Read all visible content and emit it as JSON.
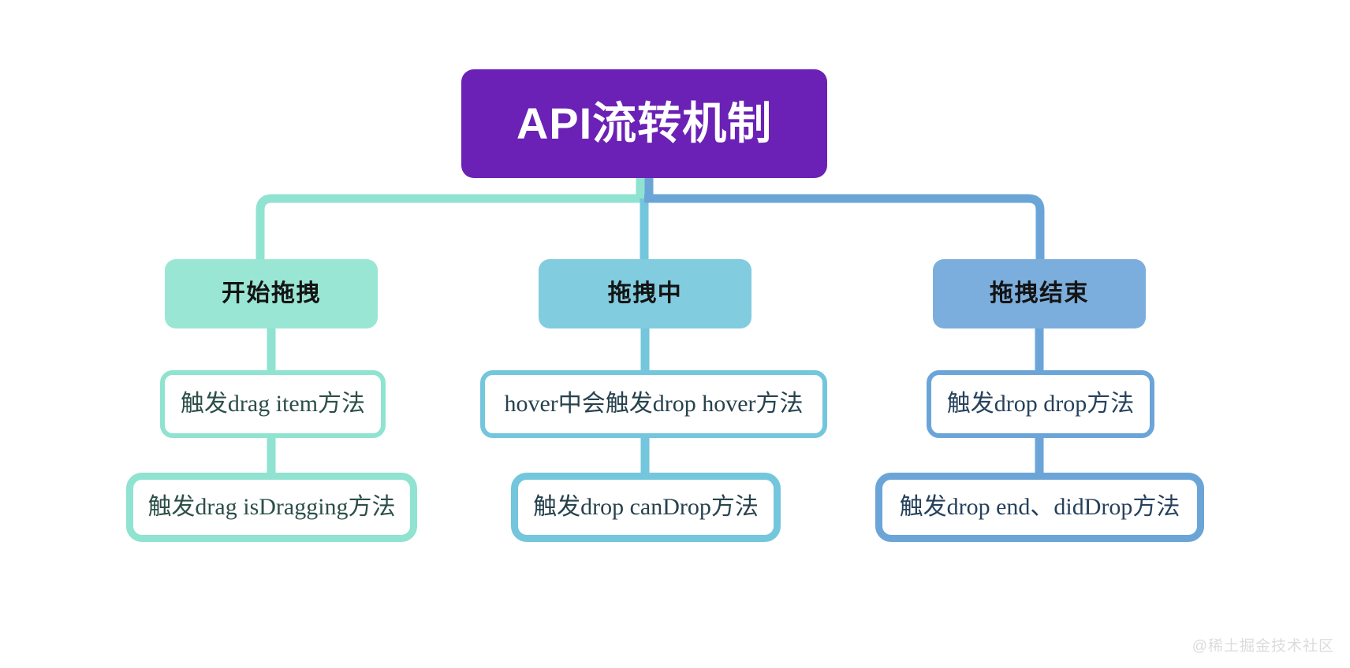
{
  "diagram": {
    "type": "tree",
    "title": "API流转机制",
    "watermark": "@稀土掘金技术社区",
    "colors": {
      "root_fill": "#6B21B5",
      "root_text": "#FFFFFF",
      "branch_left": "#8FE3D0",
      "branch_mid": "#73C6DC",
      "branch_right": "#6BA5D8",
      "leaf_text_left": "#2C4F48",
      "leaf_text_mid": "#27424E",
      "leaf_text_right": "#26415C",
      "leaf_fill": "#FFFFFF",
      "background": "#FFFFFF"
    }
  },
  "root": {
    "label": "API流转机制"
  },
  "branches": [
    {
      "id": "start-drag",
      "stage_label": "开始拖拽",
      "stage_fill": "#9AE6D5",
      "accent": "#8FE3D0",
      "text_color": "#2C4F48",
      "leaves": [
        {
          "label": "触发drag item方法"
        },
        {
          "label": "触发drag isDragging方法"
        }
      ]
    },
    {
      "id": "dragging",
      "stage_label": "拖拽中",
      "stage_fill": "#81CCDF",
      "accent": "#73C6DC",
      "text_color": "#27424E",
      "leaves": [
        {
          "label": "hover中会触发drop hover方法"
        },
        {
          "label": "触发drop canDrop方法"
        }
      ]
    },
    {
      "id": "drag-end",
      "stage_label": "拖拽结束",
      "stage_fill": "#7CAEDD",
      "accent": "#6BA5D8",
      "text_color": "#26415C",
      "leaves": [
        {
          "label": "触发drop drop方法"
        },
        {
          "label": "触发drop end、didDrop方法"
        }
      ]
    }
  ]
}
